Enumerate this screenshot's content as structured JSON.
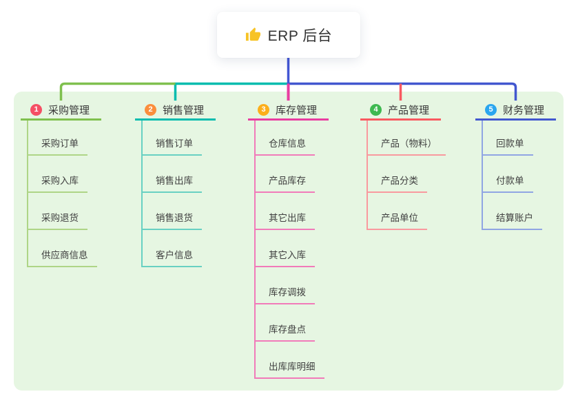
{
  "root": {
    "title": "ERP 后台",
    "icon": "thumbs-up-icon",
    "icon_color": "#f7c325",
    "line_color": "#4356d4"
  },
  "panel_color": "#e6f6e2",
  "branches": [
    {
      "badge": "1",
      "title": "采购管理",
      "badge_color": "#f54f64",
      "line_color": "#7fc04e",
      "light_color": "#aed586",
      "children": [
        "采购订单",
        "采购入库",
        "采购退货",
        "供应商信息"
      ]
    },
    {
      "badge": "2",
      "title": "销售管理",
      "badge_color": "#fb8e3c",
      "line_color": "#02bcae",
      "light_color": "#68d0c2",
      "children": [
        "销售订单",
        "销售出库",
        "销售退货",
        "客户信息"
      ]
    },
    {
      "badge": "3",
      "title": "库存管理",
      "badge_color": "#fcaf1b",
      "line_color": "#e93da1",
      "light_color": "#f17ab9",
      "children": [
        "仓库信息",
        "产品库存",
        "其它出库",
        "其它入库",
        "库存调拨",
        "库存盘点",
        "出库库明细"
      ]
    },
    {
      "badge": "4",
      "title": "产品管理",
      "badge_color": "#3eb950",
      "line_color": "#f95960",
      "light_color": "#f9999e",
      "children": [
        "产品（物料）",
        "产品分类",
        "产品单位"
      ]
    },
    {
      "badge": "5",
      "title": "财务管理",
      "badge_color": "#2aa6ef",
      "line_color": "#4257cf",
      "light_color": "#90a5e3",
      "children": [
        "回款单",
        "付款单",
        "结算账户"
      ]
    }
  ]
}
